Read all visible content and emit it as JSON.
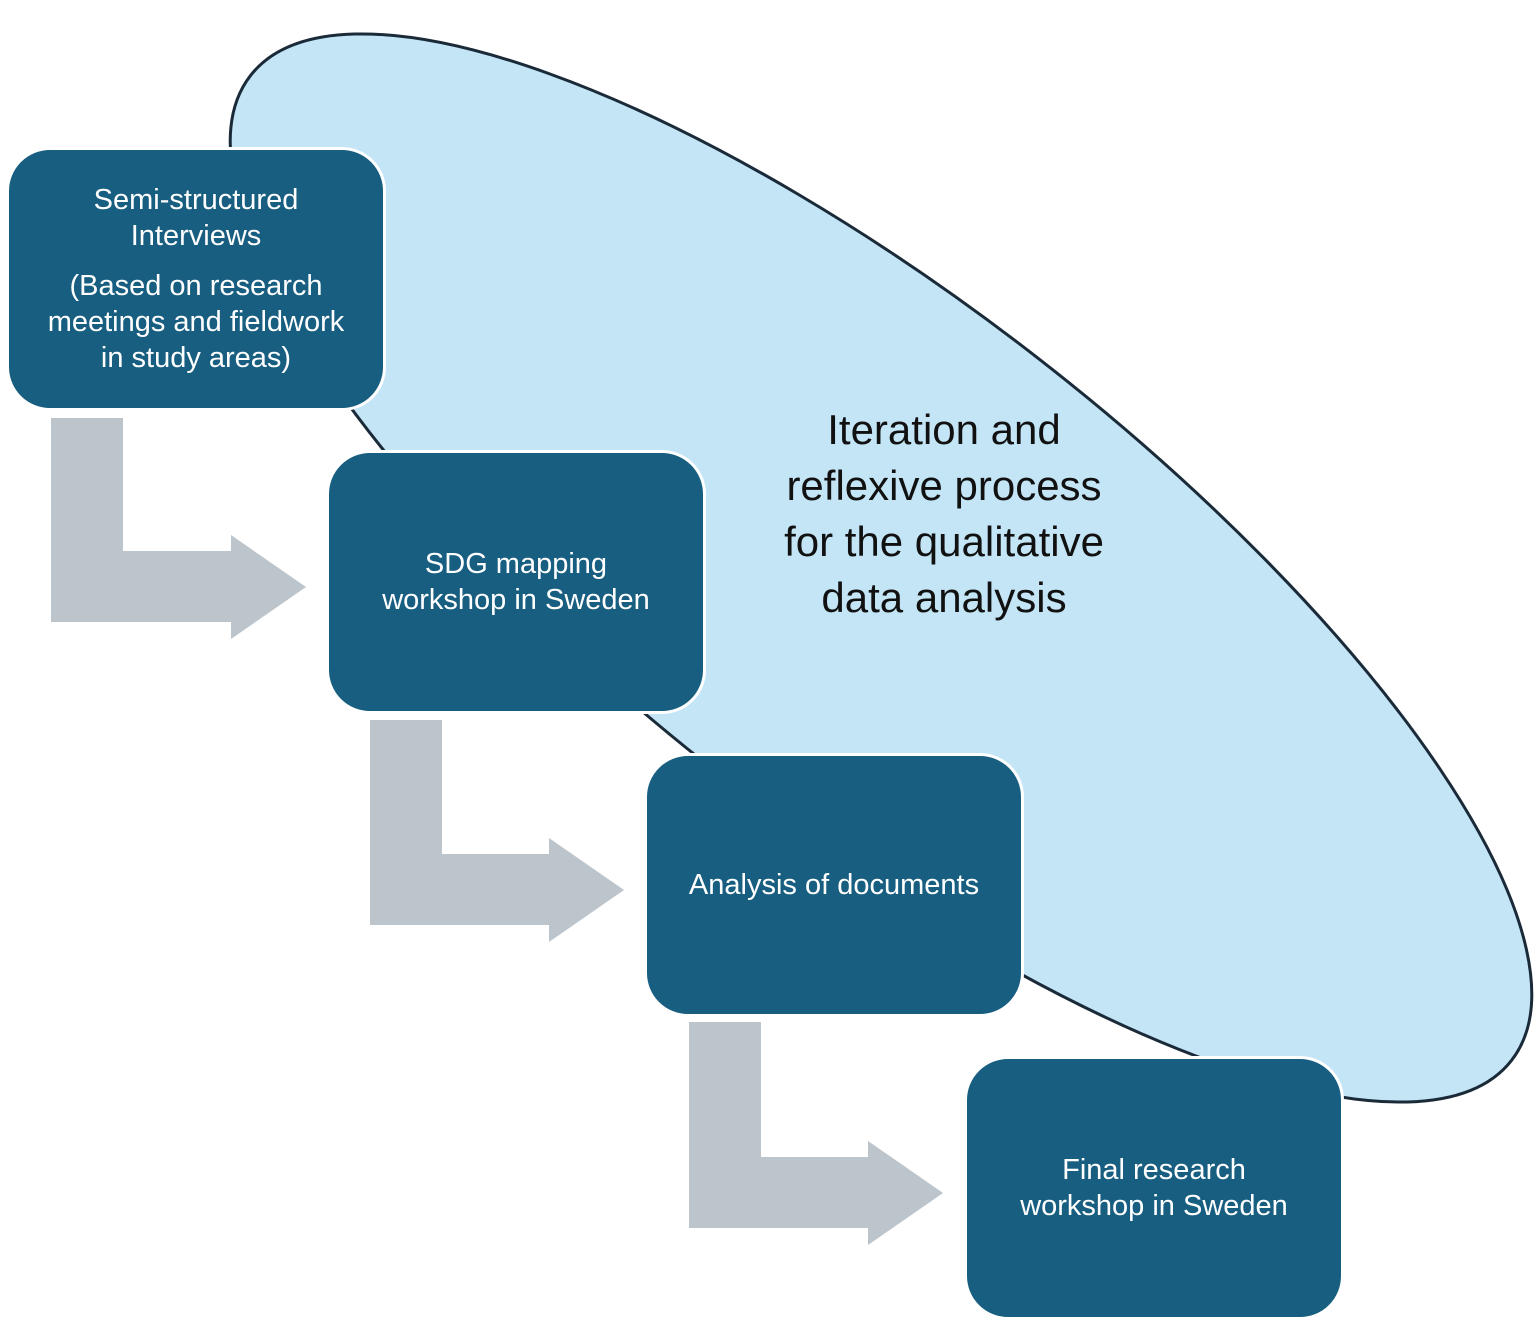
{
  "colors": {
    "ellipse_fill": "#c3e5f5",
    "ellipse_stroke": "#1a2a38",
    "box_fill": "#175e80",
    "box_text": "#ffffff",
    "arrow_fill": "#bcc4cc",
    "label_text": "#111111"
  },
  "cycle": {
    "label_lines": [
      "Iteration and",
      "reflexive process",
      "for the qualitative",
      "data analysis"
    ]
  },
  "steps": [
    {
      "title_lines": [
        "Semi-structured",
        "Interviews"
      ],
      "subtitle_lines": [
        "(Based on research",
        "meetings and fieldwork",
        "in study areas)"
      ]
    },
    {
      "title_lines": [
        "SDG mapping",
        "workshop in Sweden"
      ],
      "subtitle_lines": []
    },
    {
      "title_lines": [
        "Analysis of documents"
      ],
      "subtitle_lines": []
    },
    {
      "title_lines": [
        "Final research",
        "workshop in Sweden"
      ],
      "subtitle_lines": []
    }
  ],
  "arrows": [
    {
      "from": "Semi-structured Interviews",
      "to": "SDG mapping workshop in Sweden"
    },
    {
      "from": "SDG mapping workshop in Sweden",
      "to": "Analysis of documents"
    },
    {
      "from": "Analysis of documents",
      "to": "Final research workshop in Sweden"
    }
  ]
}
